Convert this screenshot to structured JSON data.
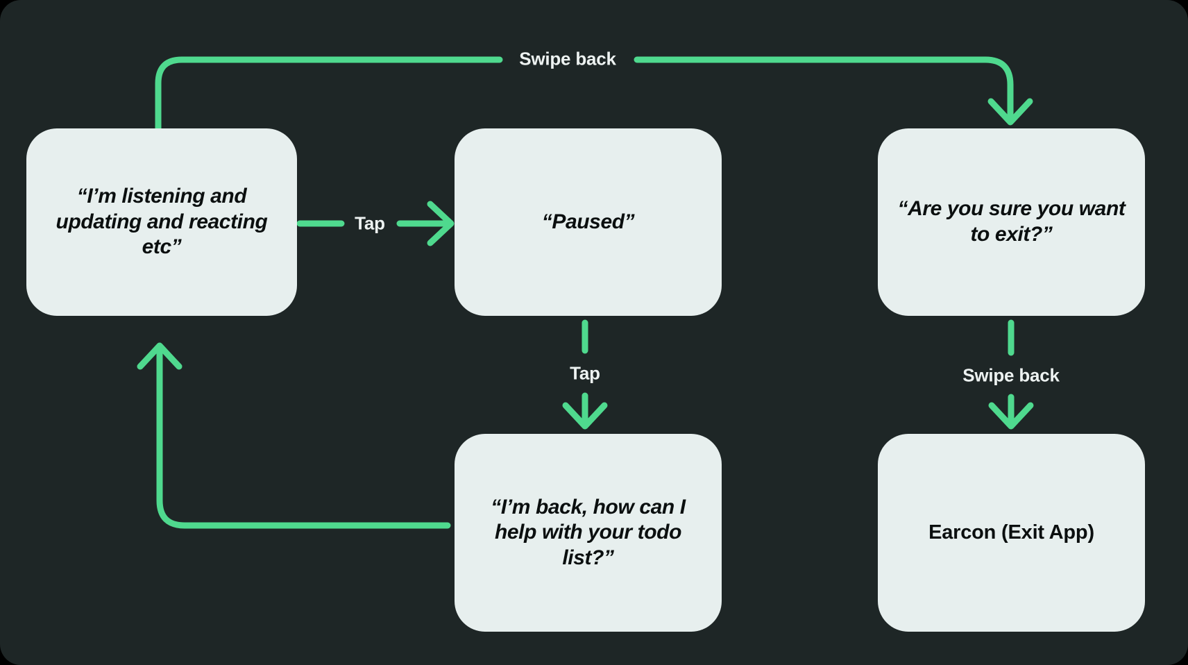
{
  "theme": {
    "canvas_bg": "#1E2626",
    "node_fill": "#E7EFEE",
    "node_text": "#0B0F0F",
    "accent_green": "#4FD98E",
    "label_text": "#EDF2F1"
  },
  "diagram": {
    "type": "flowchart",
    "title": "",
    "nodes": [
      {
        "id": "listening",
        "label": "“I’m listening and updating and reacting etc”",
        "style": "italic"
      },
      {
        "id": "paused",
        "label": "“Paused”",
        "style": "italic"
      },
      {
        "id": "exit_ask",
        "label": "“Are you sure you want to exit?”",
        "style": "italic"
      },
      {
        "id": "back",
        "label": "“I’m back, how can I help with your todo list?”",
        "style": "italic"
      },
      {
        "id": "earcon",
        "label": "Earcon (Exit App)",
        "style": "plain"
      }
    ],
    "edges": [
      {
        "id": "e1",
        "from": "listening",
        "to": "exit_ask",
        "label": "Swipe back",
        "arrow": true
      },
      {
        "id": "e2",
        "from": "listening",
        "to": "paused",
        "label": "Tap",
        "arrow": true
      },
      {
        "id": "e3",
        "from": "paused",
        "to": "back",
        "label": "Tap",
        "arrow": true
      },
      {
        "id": "e4",
        "from": "exit_ask",
        "to": "earcon",
        "label": "Swipe back",
        "arrow": true
      },
      {
        "id": "e5",
        "from": "back",
        "to": "listening",
        "label": "",
        "arrow": true
      }
    ]
  }
}
